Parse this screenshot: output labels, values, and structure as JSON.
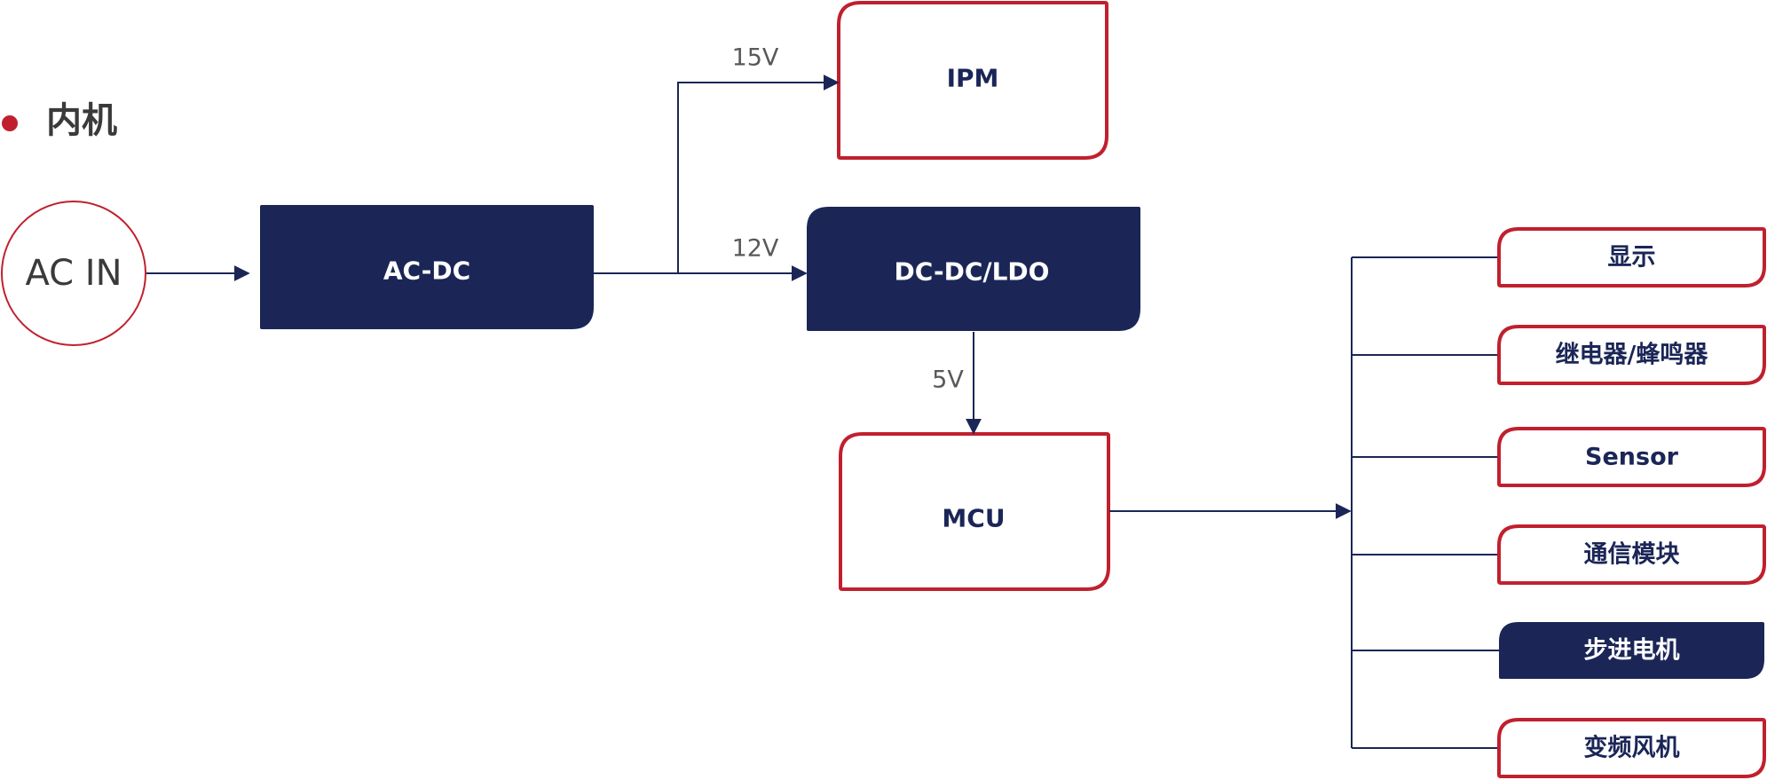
{
  "legend": {
    "label": "内机",
    "bullet_color": "#c0202e"
  },
  "colors": {
    "navy": "#1b2657",
    "red": "#c0202e",
    "text_gray": "#3a3a3a",
    "voltage_gray": "#595959"
  },
  "nodes": {
    "ac_in": "AC IN",
    "ac_dc": "AC-DC",
    "ipm": "IPM",
    "dc_dc": "DC-DC/LDO",
    "mcu": "MCU"
  },
  "voltages": {
    "v15": "15V",
    "v12": "12V",
    "v5": "5V"
  },
  "peripherals": [
    {
      "label": "显示",
      "filled": false
    },
    {
      "label": "继电器/蜂鸣器",
      "filled": false
    },
    {
      "label": "Sensor",
      "filled": false
    },
    {
      "label": "通信模块",
      "filled": false
    },
    {
      "label": "步进电机",
      "filled": true
    },
    {
      "label": "变频风机",
      "filled": false
    }
  ]
}
